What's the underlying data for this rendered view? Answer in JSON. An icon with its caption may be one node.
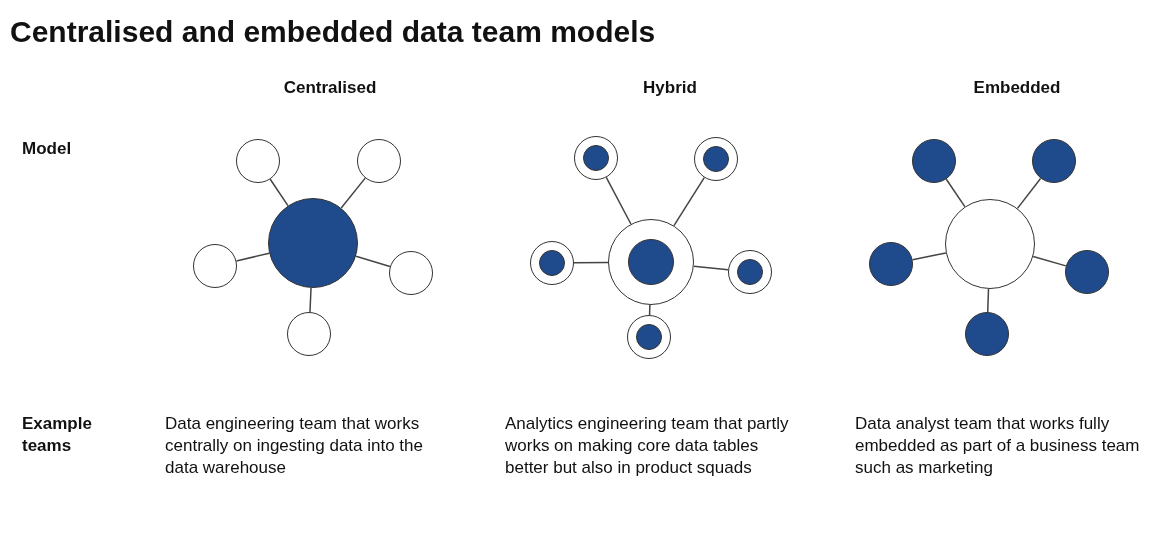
{
  "diagram": {
    "title": "Centralised and embedded data team models",
    "nodes": [
      {
        "text": [],
        "shape": "circle"
      },
      {
        "text": [],
        "shape": "circle"
      },
      {
        "text": [],
        "shape": "circle"
      },
      {
        "text": [],
        "shape": "circle"
      },
      {
        "text": [],
        "shape": "circle"
      },
      {
        "text": [],
        "shape": "circle"
      },
      {
        "text": [],
        "shape": "circle"
      },
      {
        "text": [],
        "shape": "circle",
        "in": 6
      },
      {
        "text": [],
        "shape": "circle"
      },
      {
        "text": [],
        "shape": "circle",
        "in": 8
      },
      {
        "text": [],
        "shape": "circle"
      },
      {
        "text": [],
        "shape": "circle",
        "in": 10
      },
      {
        "text": [],
        "shape": "circle"
      },
      {
        "text": [],
        "shape": "circle",
        "in": 12
      },
      {
        "text": [],
        "shape": "circle"
      },
      {
        "text": [],
        "shape": "circle",
        "in": 14
      },
      {
        "text": [],
        "shape": "circle"
      },
      {
        "text": [],
        "shape": "circle",
        "in": 16
      },
      {
        "text": [],
        "shape": "circle"
      },
      {
        "text": [],
        "shape": "circle"
      },
      {
        "text": [],
        "shape": "circle"
      },
      {
        "text": [],
        "shape": "circle"
      },
      {
        "text": [],
        "shape": "circle"
      },
      {
        "text": [],
        "shape": "circle"
      }
    ],
    "edges": [
      {
        "from": 0,
        "to": 1,
        "arrow": "none"
      },
      {
        "from": 0,
        "to": 2,
        "arrow": "none"
      },
      {
        "from": 0,
        "to": 3,
        "arrow": "none"
      },
      {
        "from": 0,
        "to": 4,
        "arrow": "none"
      },
      {
        "from": 0,
        "to": 5,
        "arrow": "none"
      },
      {
        "from": 6,
        "to": 8,
        "arrow": "none"
      },
      {
        "from": 6,
        "to": 10,
        "arrow": "none"
      },
      {
        "from": 6,
        "to": 12,
        "arrow": "none"
      },
      {
        "from": 6,
        "to": 14,
        "arrow": "none"
      },
      {
        "from": 6,
        "to": 16,
        "arrow": "none"
      },
      {
        "from": 18,
        "to": 19,
        "arrow": "none"
      },
      {
        "from": 18,
        "to": 20,
        "arrow": "none"
      },
      {
        "from": 18,
        "to": 21,
        "arrow": "none"
      },
      {
        "from": 18,
        "to": 22,
        "arrow": "none"
      },
      {
        "from": 18,
        "to": 23,
        "arrow": "none"
      }
    ],
    "labels": [
      "Centralised",
      "Hybrid",
      "Embedded",
      "Model",
      "Example teams",
      "Data engineering team that works centrally on ingesting data into the data warehouse",
      "Analytics engineering team that partly works on making core data tables better but also in product squads",
      "Data analyst team that works fully embedded as part of a business team such as marketing"
    ]
  }
}
